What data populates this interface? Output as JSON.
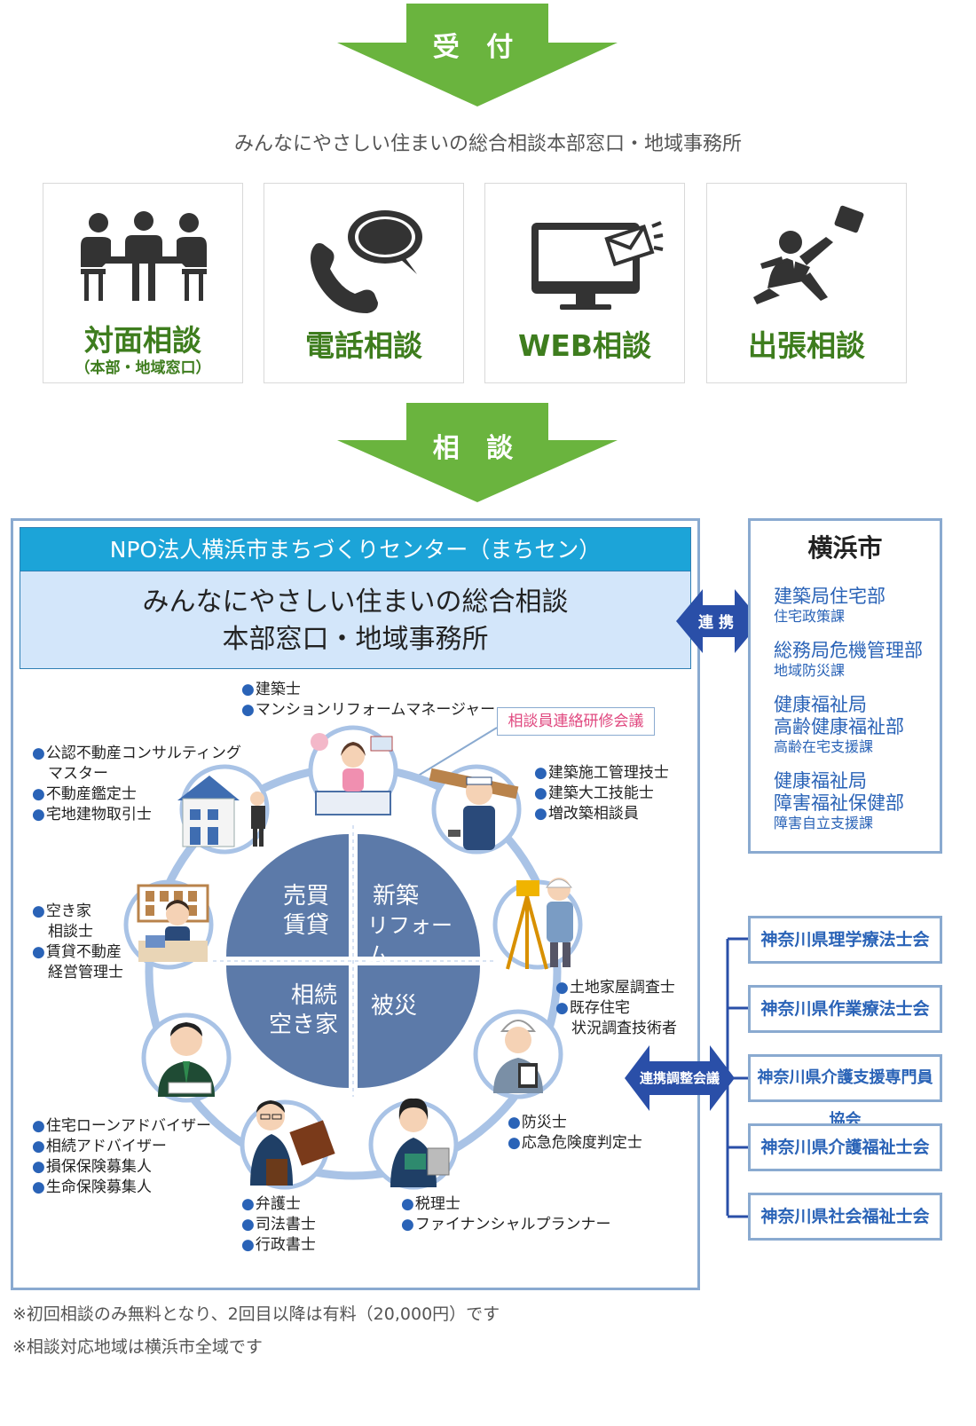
{
  "arrows": {
    "reception": "受 付",
    "consult": "相 談"
  },
  "subtitle": "みんなにやさしい住まいの総合相談本部窓口・地域事務所",
  "methods": [
    {
      "label": "対面相談",
      "sub": "（本部・地域窓口）",
      "icon": "meeting-table-icon"
    },
    {
      "label": "電話相談",
      "sub": "",
      "icon": "phone-chat-icon"
    },
    {
      "label": "WEB相談",
      "sub": "",
      "icon": "monitor-mail-icon"
    },
    {
      "label": "出張相談",
      "sub": "",
      "icon": "running-businessman-icon"
    }
  ],
  "npo": {
    "name": "NPO法人横浜市まちづくりセンター（まちセン）",
    "office_line1": "みんなにやさしい住まいの総合相談",
    "office_line2": "本部窓口・地域事務所"
  },
  "seminar": "相談員連絡研修会議",
  "quadrants": {
    "top_left": [
      "売買",
      "賃貸"
    ],
    "top_right": [
      "新築",
      "リフォーム"
    ],
    "bottom_left": [
      "相続",
      "空き家"
    ],
    "bottom_right": [
      "被災"
    ]
  },
  "role_groups": [
    {
      "id": "architect",
      "items": [
        "建築士",
        "マンションリフォームマネージャー"
      ]
    },
    {
      "id": "realestate",
      "items": [
        "公認不動産コンサルティング",
        "マスター",
        "不動産鑑定士",
        "宅地建物取引士"
      ]
    },
    {
      "id": "builder",
      "items": [
        "建築施工管理技士",
        "建築大工技能士",
        "増改築相談員"
      ]
    },
    {
      "id": "vacant",
      "items": [
        "空き家",
        "相談士",
        "賃貸不動産",
        "経営管理士"
      ]
    },
    {
      "id": "surveyor",
      "items": [
        "土地家屋調査士",
        "既存住宅",
        "状況調査技術者"
      ]
    },
    {
      "id": "disaster",
      "items": [
        "防災士",
        "応急危険度判定士"
      ]
    },
    {
      "id": "finance",
      "items": [
        "住宅ローンアドバイザー",
        "相続アドバイザー",
        "損保保険募集人",
        "生命保険募集人"
      ]
    },
    {
      "id": "legal",
      "items": [
        "弁護士",
        "司法書士",
        "行政書士"
      ]
    },
    {
      "id": "tax",
      "items": [
        "税理士",
        "ファイナンシャルプランナー"
      ]
    }
  ],
  "links": {
    "city": "連携",
    "coord": "連携調整会議"
  },
  "city": {
    "title": "横浜市",
    "depts": [
      {
        "lines": [
          "建築局住宅部"
        ],
        "section": "住宅政策課"
      },
      {
        "lines": [
          "総務局危機管理部"
        ],
        "section": "地域防災課"
      },
      {
        "lines": [
          "健康福祉局",
          "高齢健康福祉部"
        ],
        "section": "高齢在宅支援課"
      },
      {
        "lines": [
          "健康福祉局",
          "障害福祉保健部"
        ],
        "section": "障害自立支援課"
      }
    ]
  },
  "associations": [
    "神奈川県理学療法士会",
    "神奈川県作業療法士会",
    "神奈川県介護支援専門員協会",
    "神奈川県介護福祉士会",
    "神奈川県社会福祉士会"
  ],
  "notes": [
    "※初回相談のみ無料となり、2回目以降は有料（20,000円）です",
    "※相談対応地域は横浜市全域です"
  ],
  "colors": {
    "green": "#6ab43e",
    "green_text": "#3e7d1e",
    "blue": "#2a63b7",
    "npo_bar": "#1ca4d8",
    "office_bg": "#d3e6fa",
    "pie": "#5c7aa9",
    "ring": "#a9c3e6",
    "seminar_text": "#e0487f"
  }
}
